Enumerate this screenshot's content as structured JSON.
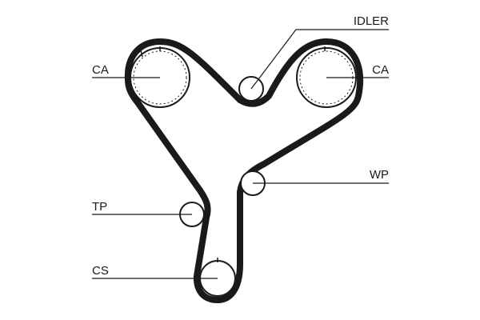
{
  "labels": {
    "idler": "IDLER",
    "camshaft_left": "CA",
    "camshaft_right": "CA",
    "water_pump": "WP",
    "tension_pulley": "TP",
    "crankshaft": "CS"
  },
  "colors": {
    "ink": "#1a1a1a",
    "background": "#ffffff"
  }
}
